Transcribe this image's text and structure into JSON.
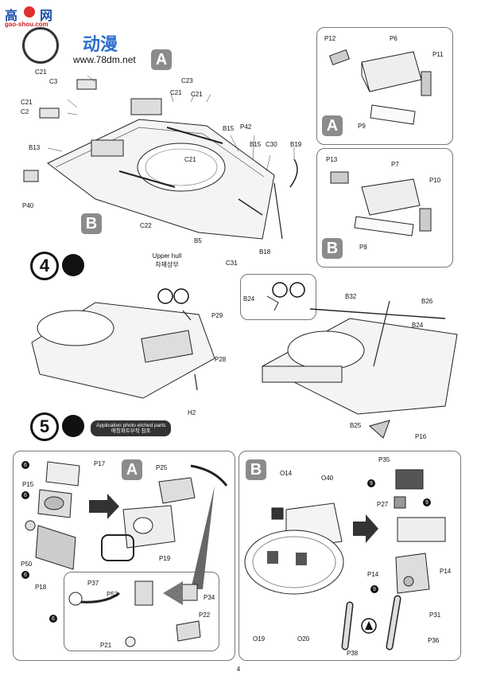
{
  "watermark": {
    "brand_left": "高",
    "brand_right": "网",
    "site_small": "gao-shou.com",
    "brand_cn": "动漫",
    "url": "www.78dm.net"
  },
  "step3": {
    "badge_a": "A",
    "badge_b": "B",
    "caption_en": "Upper hull",
    "caption_ko": "차체상부",
    "labels": [
      "C21",
      "C3",
      "C21",
      "C2",
      "B13",
      "P40",
      "C23",
      "C21",
      "C21",
      "B15",
      "P42",
      "B15",
      "C30",
      "B19",
      "C21",
      "C22",
      "B5",
      "C31",
      "B18"
    ]
  },
  "detail_a": {
    "badge": "A",
    "labels": [
      "P12",
      "P6",
      "P11",
      "P9"
    ]
  },
  "detail_b": {
    "badge": "B",
    "labels": [
      "P13",
      "P7",
      "P10",
      "P8"
    ]
  },
  "step4": {
    "number": "4",
    "labels": [
      "P29",
      "P28",
      "H2"
    ],
    "right_labels": [
      "B24",
      "B32",
      "B26",
      "B24",
      "B25",
      "P16"
    ]
  },
  "step5": {
    "number": "5",
    "note_en": "Application photo etched parts",
    "note_ko": "에칭파트부착 참조"
  },
  "panel_a": {
    "badge": "A",
    "labels": [
      "P17",
      "P15",
      "P50",
      "P18",
      "P25",
      "P19",
      "P37",
      "P52",
      "P34",
      "P22",
      "P21"
    ],
    "circle_num": "6"
  },
  "panel_b": {
    "badge": "B",
    "labels": [
      "O14",
      "O40",
      "O19",
      "O20",
      "P35",
      "P27",
      "P14",
      "P14",
      "P31",
      "P38",
      "P36"
    ],
    "circle_num": "9"
  },
  "page_number": "4"
}
